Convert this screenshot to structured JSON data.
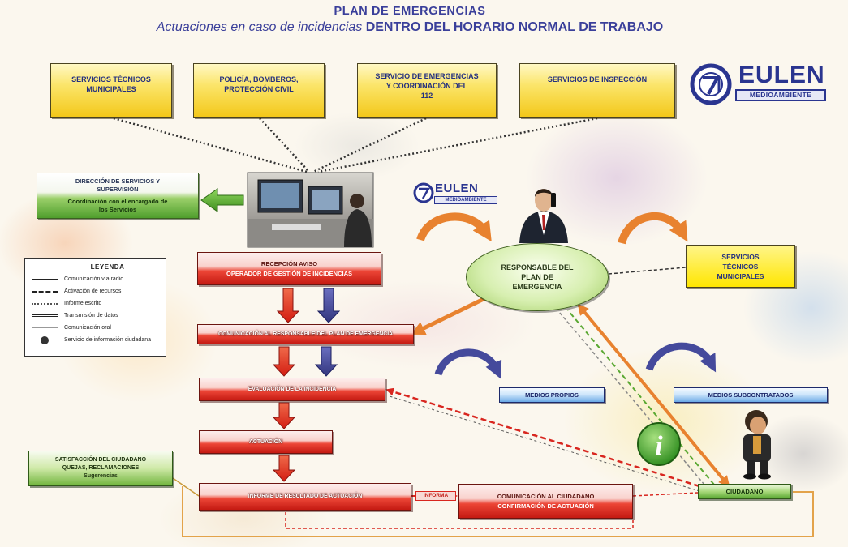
{
  "title": "PLAN DE EMERGENCIAS",
  "subtitle": {
    "prefix": "Actuaciones en caso de incidencias",
    "emphasis": "DENTRO DEL HORARIO NORMAL DE TRABAJO"
  },
  "colors": {
    "title": "#3a3f9a",
    "yellow_box": "#f3c81a",
    "red_box": "#c41a12",
    "green_box": "#4f9e2c",
    "blue_box": "#6aa9e6",
    "orange_arrow": "#e8822f"
  },
  "logo": {
    "brand": "EULEN",
    "tagline": "MEDIOAMBIENTE"
  },
  "logo_small": {
    "brand": "EULEN",
    "tagline": "MEDIOAMBIENTE"
  },
  "agencies": [
    {
      "lines": [
        "SERVICIOS TÉCNICOS",
        "MUNICIPALES"
      ]
    },
    {
      "lines": [
        "POLICÍA, BOMBEROS,",
        "PROTECCIÓN CIVIL"
      ]
    },
    {
      "lines": [
        "SERVICIO DE EMERGENCIAS",
        "Y COORDINACIÓN DEL",
        "112"
      ]
    },
    {
      "lines": [
        "SERVICIOS DE INSPECCIÓN"
      ]
    }
  ],
  "supervision": {
    "lines": [
      "DIRECCIÓN DE SERVICIOS Y",
      "SUPERVISIÓN"
    ],
    "note": [
      "Coordinación con el encargado de",
      "los Servicios"
    ]
  },
  "responsible": {
    "lines": [
      "RESPONSABLE DEL",
      "PLAN DE",
      "EMERGENCIA"
    ]
  },
  "municipal_services": {
    "lines": [
      "SERVICIOS",
      "TÉCNICOS",
      "MUNICIPALES"
    ]
  },
  "legend": {
    "title": "LEYENDA",
    "items": [
      {
        "label": "Comunicación vía radio"
      },
      {
        "label": "Activación de recursos"
      },
      {
        "label": "Informe escrito"
      },
      {
        "label": "Transmisión de datos"
      },
      {
        "label": "Comunicación oral"
      },
      {
        "label": "Servicio de información ciudadana"
      }
    ]
  },
  "flow": [
    {
      "lines": [
        "RECEPCIÓN AVISO",
        "OPERADOR DE GESTIÓN DE INCIDENCIAS"
      ]
    },
    {
      "lines": [
        "COMUNICACIÓN AL RESPONSABLE DEL PLAN DE EMERGENCIA"
      ]
    },
    {
      "lines": [
        "EVALUACIÓN DE LA INCIDENCIA"
      ]
    },
    {
      "lines": [
        "ACTUACIÓN"
      ]
    },
    {
      "lines": [
        "INFORME DE RESULTADO DE ACTUACIÓN"
      ]
    }
  ],
  "resources": [
    {
      "label": "MEDIOS PROPIOS"
    },
    {
      "label": "MEDIOS SUBCONTRATADOS"
    }
  ],
  "citizen": {
    "label": "CIUDADANO"
  },
  "feedback": {
    "lines": [
      "SATISFACCIÓN DEL CIUDADANO",
      "QUEJAS, RECLAMACIONES",
      "Sugerencias"
    ]
  },
  "citizen_notice": {
    "lines": [
      "COMUNICACIÓN AL CIUDADANO",
      "CONFIRMACIÓN DE ACTUACIÓN"
    ]
  },
  "inform_label": "INFORMA",
  "icons": {
    "emblem": "eulen-emblem-icon",
    "info": "info-icon",
    "info_glyph": "i",
    "citizen": "citizen-figure-icon",
    "operator": "phone-operator-icon",
    "photo": "computer-operator-photo"
  }
}
